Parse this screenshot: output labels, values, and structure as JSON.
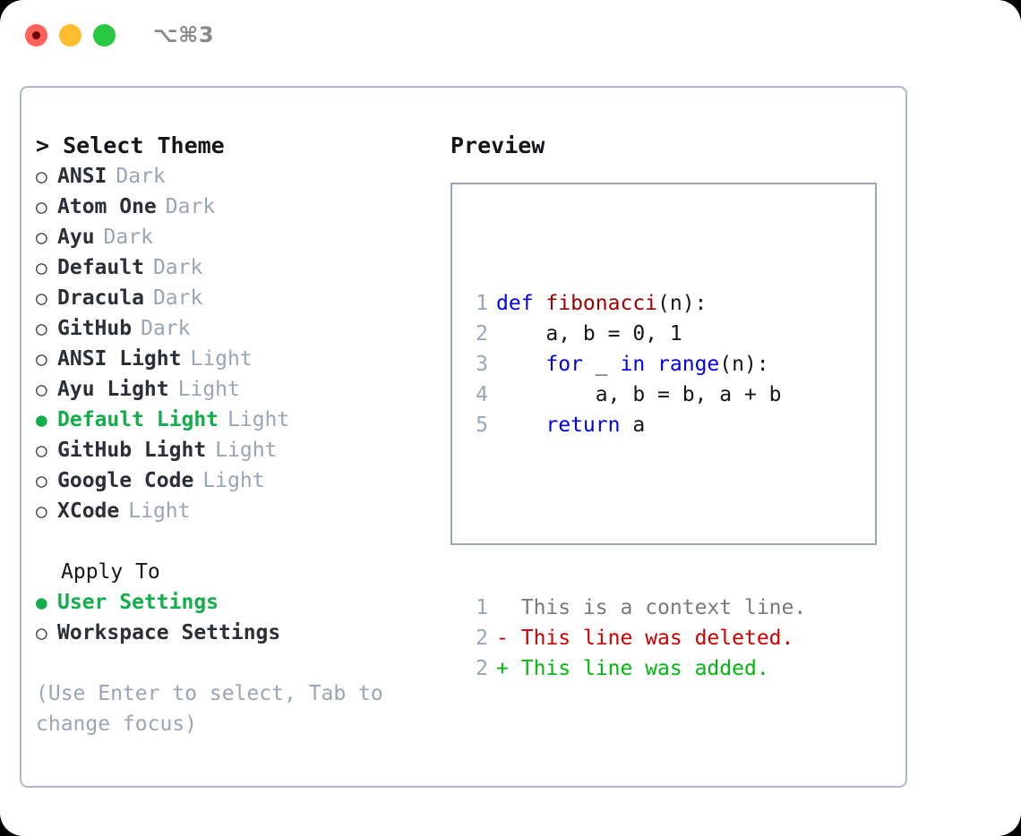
{
  "titlebar": {
    "shortcut": "⌥⌘3",
    "lights": [
      {
        "name": "close",
        "color": "#ff6159"
      },
      {
        "name": "minimize",
        "color": "#ffbd2e"
      },
      {
        "name": "maximize",
        "color": "#28c840"
      }
    ]
  },
  "theme_picker": {
    "heading": "> Select Theme",
    "options": [
      {
        "marker": "○",
        "name": "ANSI",
        "tag": "Dark",
        "selected": false
      },
      {
        "marker": "○",
        "name": "Atom One",
        "tag": "Dark",
        "selected": false
      },
      {
        "marker": "○",
        "name": "Ayu",
        "tag": "Dark",
        "selected": false
      },
      {
        "marker": "○",
        "name": "Default",
        "tag": "Dark",
        "selected": false
      },
      {
        "marker": "○",
        "name": "Dracula",
        "tag": "Dark",
        "selected": false
      },
      {
        "marker": "○",
        "name": "GitHub",
        "tag": "Dark",
        "selected": false
      },
      {
        "marker": "○",
        "name": "ANSI Light",
        "tag": "Light",
        "selected": false
      },
      {
        "marker": "○",
        "name": "Ayu Light",
        "tag": "Light",
        "selected": false
      },
      {
        "marker": "●",
        "name": "Default Light",
        "tag": "Light",
        "selected": true
      },
      {
        "marker": "○",
        "name": "GitHub Light",
        "tag": "Light",
        "selected": false
      },
      {
        "marker": "○",
        "name": "Google Code",
        "tag": "Light",
        "selected": false
      },
      {
        "marker": "○",
        "name": "XCode",
        "tag": "Light",
        "selected": false
      }
    ]
  },
  "apply_to": {
    "heading": "Apply To",
    "options": [
      {
        "marker": "●",
        "label": "User Settings",
        "selected": true
      },
      {
        "marker": "○",
        "label": "Workspace Settings",
        "selected": false
      }
    ]
  },
  "hint": "(Use Enter to select, Tab to change focus)",
  "preview": {
    "title": "Preview",
    "code_lines": [
      {
        "num": "1",
        "tokens": [
          {
            "t": "def ",
            "c": "kw"
          },
          {
            "t": "fibonacci",
            "c": "fn"
          },
          {
            "t": "(n):",
            "c": "plain"
          }
        ]
      },
      {
        "num": "2",
        "tokens": [
          {
            "t": "    a, b = 0, 1",
            "c": "plain"
          }
        ]
      },
      {
        "num": "3",
        "tokens": [
          {
            "t": "    ",
            "c": "plain"
          },
          {
            "t": "for",
            "c": "kw"
          },
          {
            "t": " _ ",
            "c": "plain"
          },
          {
            "t": "in range",
            "c": "kw"
          },
          {
            "t": "(n):",
            "c": "plain"
          }
        ]
      },
      {
        "num": "4",
        "tokens": [
          {
            "t": "        a, b = b, a + b",
            "c": "plain"
          }
        ]
      },
      {
        "num": "5",
        "tokens": [
          {
            "t": "    ",
            "c": "plain"
          },
          {
            "t": "return",
            "c": "kw"
          },
          {
            "t": " a",
            "c": "plain"
          }
        ]
      }
    ],
    "diff_lines": [
      {
        "num": "1",
        "sign": " ",
        "text": "This is a context line.",
        "kind": "ctx"
      },
      {
        "num": "2",
        "sign": "-",
        "text": "This line was deleted.",
        "kind": "del"
      },
      {
        "num": "2",
        "sign": "+",
        "text": "This line was added.",
        "kind": "add"
      }
    ]
  },
  "colors": {
    "accent_green": "#12ae4a",
    "muted": "#9aa5b5",
    "border": "#aeb8c6",
    "keyword_blue": "#0000ee",
    "function_red": "#a00000",
    "diff_deleted": "#cc0000",
    "diff_added": "#00b80e"
  }
}
